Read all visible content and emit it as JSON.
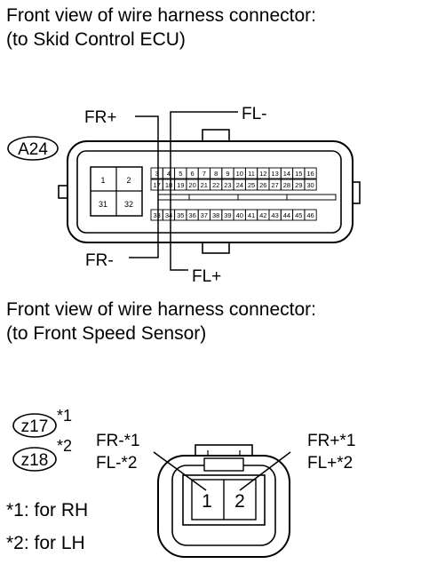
{
  "section1": {
    "heading_line1": "Front view of wire harness connector:",
    "heading_line2": "(to Skid Control ECU)"
  },
  "connector_a24": {
    "code": "A24",
    "large_pins": [
      "1",
      "2",
      "31",
      "32"
    ],
    "row1": [
      "3",
      "4",
      "5",
      "6",
      "7",
      "8",
      "9",
      "10",
      "11",
      "12",
      "13",
      "14",
      "15",
      "16"
    ],
    "row2": [
      "17",
      "18",
      "19",
      "20",
      "21",
      "22",
      "23",
      "24",
      "25",
      "26",
      "27",
      "28",
      "29",
      "30"
    ],
    "row3": [
      "33",
      "34",
      "35",
      "36",
      "37",
      "38",
      "39",
      "40",
      "41",
      "42",
      "43",
      "44",
      "45",
      "46"
    ],
    "callouts": {
      "fr_plus": "FR+",
      "fl_minus": "FL-",
      "fr_minus": "FR-",
      "fl_plus": "FL+"
    }
  },
  "section2": {
    "heading_line1": "Front view of wire harness connector:",
    "heading_line2": "(to Front Speed Sensor)"
  },
  "sensor_connector": {
    "codes": [
      {
        "code": "z17",
        "note": "*1"
      },
      {
        "code": "z18",
        "note": "*2"
      }
    ],
    "footnotes": [
      "*1: for RH",
      "*2: for LH"
    ],
    "pins": [
      "1",
      "2"
    ],
    "left_label_line1": "FR-*1",
    "left_label_line2": "FL-*2",
    "right_label_line1": "FR+*1",
    "right_label_line2": "FL+*2"
  }
}
